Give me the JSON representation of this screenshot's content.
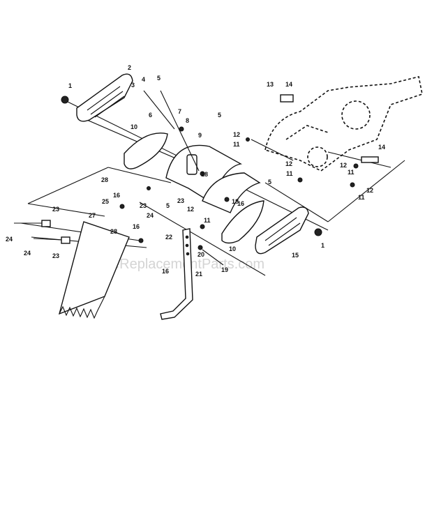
{
  "watermark": "eReplacementParts.com",
  "callouts": {
    "c1a": "1",
    "c1b": "1",
    "c2": "2",
    "c3": "3",
    "c4": "4",
    "c5a": "5",
    "c5b": "5",
    "c5c": "5",
    "c5d": "5",
    "c6": "6",
    "c7": "7",
    "c8": "8",
    "c9": "9",
    "c10a": "10",
    "c10b": "10",
    "c11a": "11",
    "c11b": "11",
    "c11c": "11",
    "c11d": "11",
    "c11e": "11",
    "c12a": "12",
    "c12b": "12",
    "c12c": "12",
    "c12d": "12",
    "c12e": "12",
    "c13": "13",
    "c14a": "14",
    "c14b": "14",
    "c15": "15",
    "c16a": "16",
    "c16b": "16",
    "c16c": "16",
    "c16d": "16",
    "c18a": "18",
    "c18b": "18",
    "c19": "19",
    "c20": "20",
    "c21": "21",
    "c22": "22",
    "c23a": "23",
    "c23b": "23",
    "c23c": "23",
    "c23d": "23",
    "c24a": "24",
    "c24b": "24",
    "c24c": "24",
    "c25": "25",
    "c27": "27",
    "c28a": "28",
    "c28b": "28"
  }
}
